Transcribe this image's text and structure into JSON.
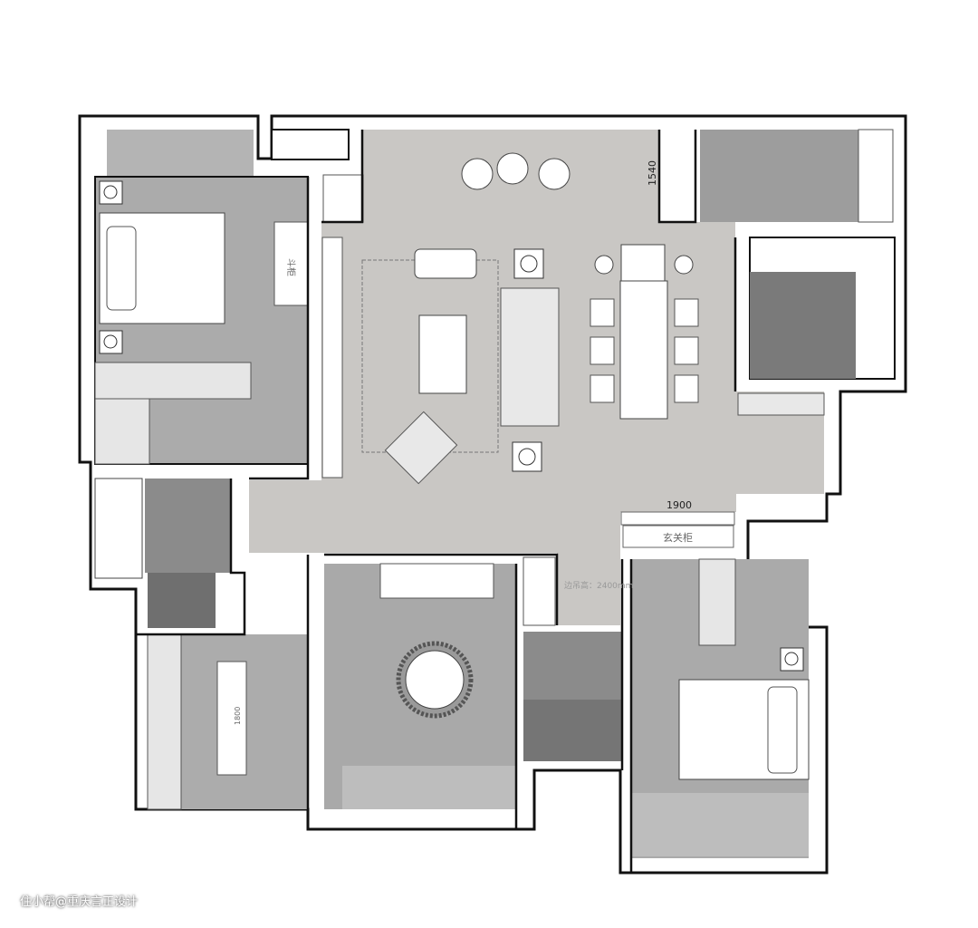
{
  "plan": {
    "dim_balcony_depth": "1540",
    "dim_entry_width": "1900",
    "entry_cabinet": "玄关柜",
    "ceiling_note": "边吊高：2400mm",
    "desk_length": "1800",
    "dresser": "斗柜"
  },
  "watermark": "住小帮@重庆言正设计",
  "colors": {
    "living": "#c9c7c4",
    "bedroom": "#ababab",
    "bath": "#8b8b8b",
    "kitchen": "#7a7a7a",
    "wall": "#111111"
  }
}
